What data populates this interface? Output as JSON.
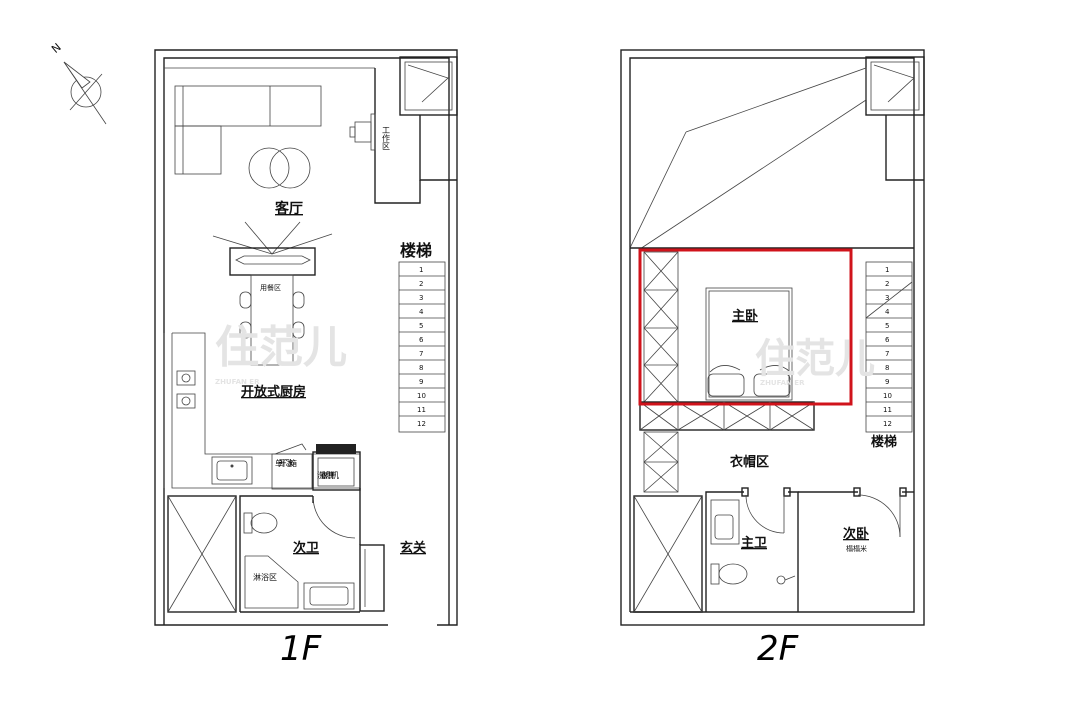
{
  "compass": {
    "north": "N"
  },
  "watermark": {
    "text": "住范儿",
    "sub": "ZHUFAN ER"
  },
  "floor1": {
    "label": "1F",
    "living_room": "客厅",
    "work_area": "工作区",
    "dining_area": "用餐区",
    "kitchen": "开放式厨房",
    "fridge": "单开门冰箱",
    "washer": "洗衣机烘干机",
    "bathroom": "次卫",
    "shower": "淋浴区",
    "entrance": "玄关",
    "stairs": "楼梯",
    "steps": [
      "1",
      "2",
      "3",
      "4",
      "5",
      "6",
      "7",
      "8",
      "9",
      "10",
      "11",
      "12"
    ]
  },
  "floor2": {
    "label": "2F",
    "master_bedroom": "主卧",
    "cloakroom": "衣帽区",
    "master_bath": "主卫",
    "second_bedroom": "次卧",
    "tatami": "榻榻米",
    "stairs": "楼梯",
    "steps": [
      "1",
      "2",
      "3",
      "4",
      "5",
      "6",
      "7",
      "8",
      "9",
      "10",
      "11",
      "12"
    ]
  },
  "highlight": {
    "color": "#d0131b"
  }
}
